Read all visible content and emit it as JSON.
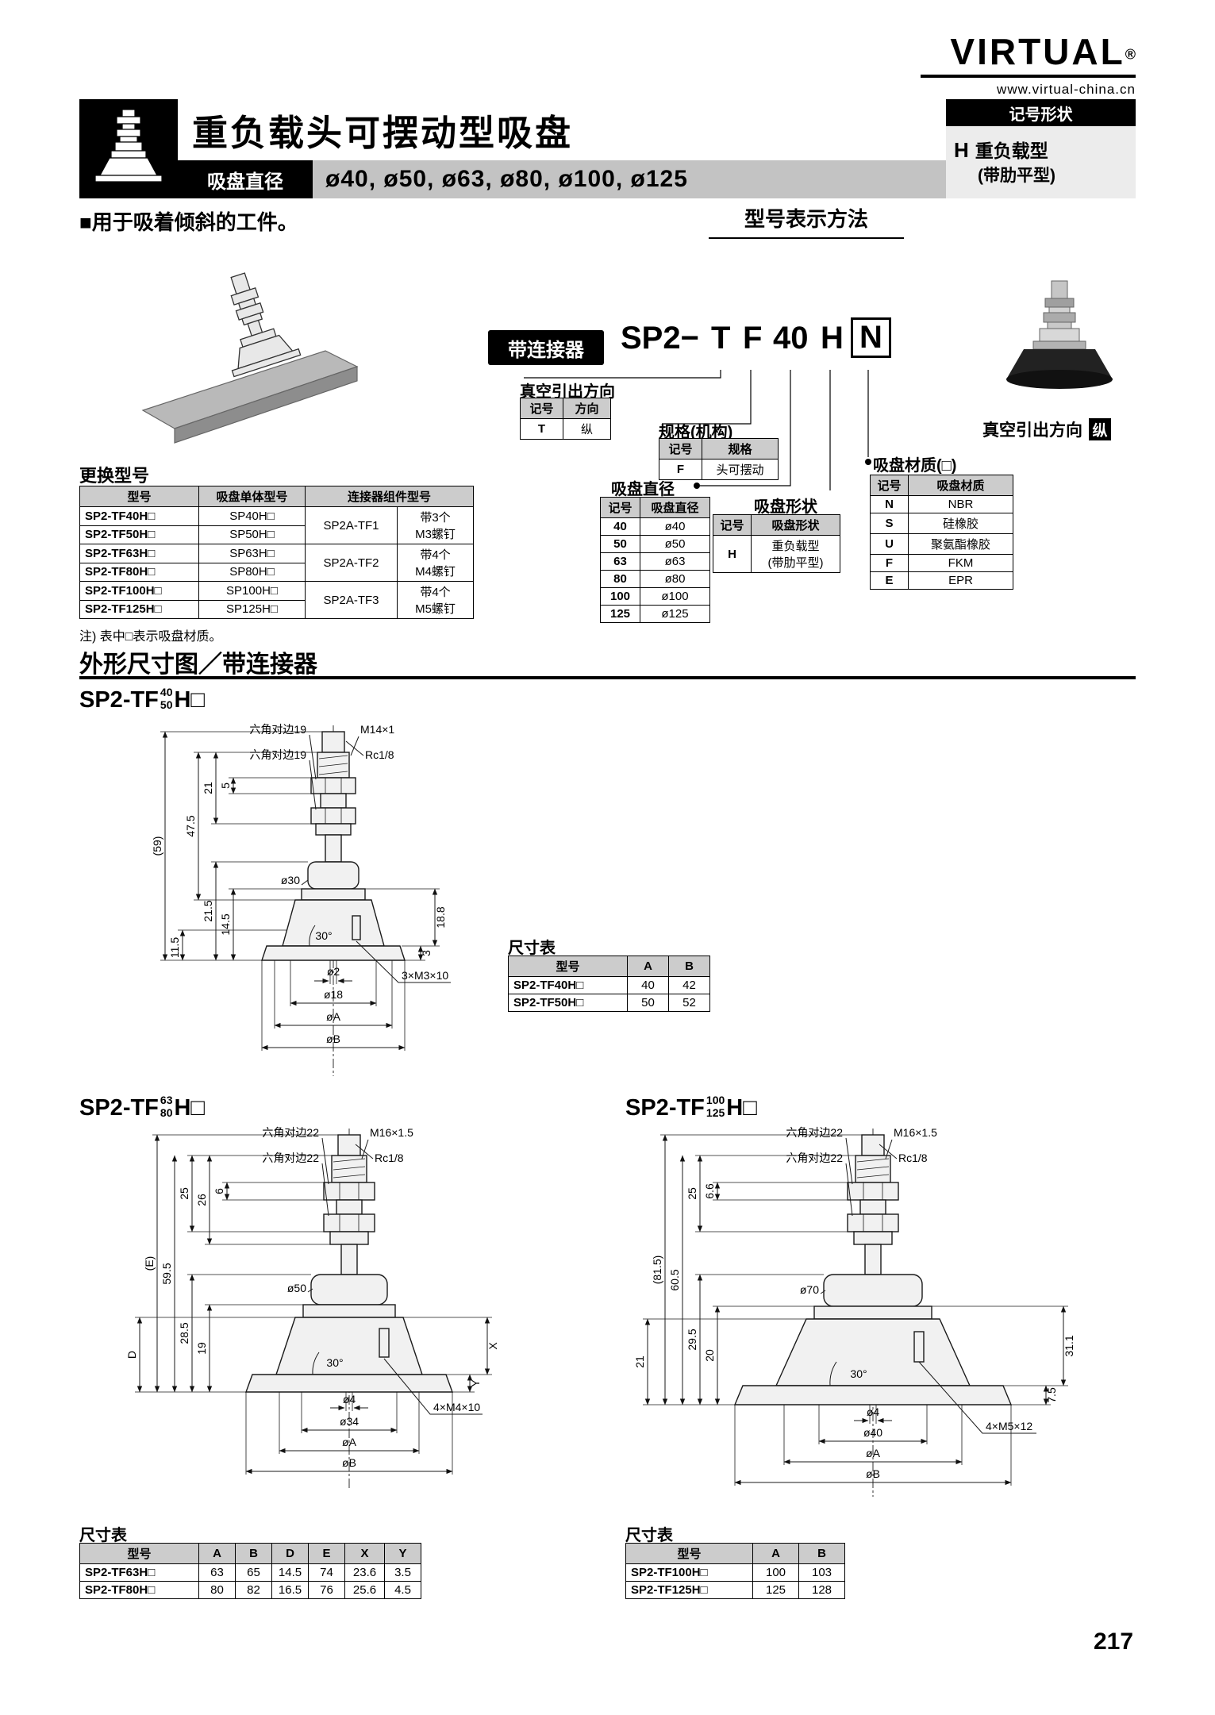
{
  "brand": {
    "name": "VIRTUAL",
    "reg": "®",
    "url": "www.virtual-china.cn"
  },
  "header": {
    "title": "重负载头可摆动型吸盘",
    "dia_label": "吸盘直径",
    "dia_values": "ø40, ø50, ø63, ø80, ø100, ø125",
    "sym_title": "记号形状",
    "sym_code": "H",
    "sym_name": "重负载型",
    "sym_sub": "(带肋平型)"
  },
  "intro": "■用于吸着倾斜的工件。",
  "ordering": {
    "title": "型号表示方法",
    "badge": "带连接器",
    "prefix": "SP2−",
    "t": "T",
    "f": "F",
    "d": "40",
    "h": "H",
    "n": "N",
    "vac": {
      "title": "真空引出方向",
      "h0": "记号",
      "h1": "方向",
      "r00": "T",
      "r01": "纵"
    },
    "spec": {
      "title": "规格(机构)",
      "h0": "记号",
      "h1": "规格",
      "r00": "F",
      "r01": "头可摆动"
    },
    "dia": {
      "title": "吸盘直径",
      "h0": "记号",
      "h1": "吸盘直径",
      "rows": [
        [
          "40",
          "ø40"
        ],
        [
          "50",
          "ø50"
        ],
        [
          "63",
          "ø63"
        ],
        [
          "80",
          "ø80"
        ],
        [
          "100",
          "ø100"
        ],
        [
          "125",
          "ø125"
        ]
      ]
    },
    "shape": {
      "title": "吸盘形状",
      "h0": "记号",
      "h1": "吸盘形状",
      "code": "H",
      "n1": "重负载型",
      "n2": "(带肋平型)"
    },
    "mat": {
      "title": "吸盘材质(□)",
      "h0": "记号",
      "h1": "吸盘材质",
      "rows": [
        [
          "N",
          "NBR"
        ],
        [
          "S",
          "硅橡胶"
        ],
        [
          "U",
          "聚氨酯橡胶"
        ],
        [
          "F",
          "FKM"
        ],
        [
          "E",
          "EPR"
        ]
      ]
    },
    "photo_label": "真空引出方向",
    "photo_badge": "纵"
  },
  "replacement": {
    "title": "更换型号",
    "h0": "型号",
    "h1": "吸盘单体型号",
    "h2": "连接器组件型号",
    "models": [
      "SP2-TF40H□",
      "SP2-TF50H□",
      "SP2-TF63H□",
      "SP2-TF80H□",
      "SP2-TF100H□",
      "SP2-TF125H□"
    ],
    "pads": [
      "SP40H□",
      "SP50H□",
      "SP63H□",
      "SP80H□",
      "SP100H□",
      "SP125H□"
    ],
    "conn": [
      {
        "m": "SP2A-TF1",
        "s1": "带3个",
        "s2": "M3螺钉"
      },
      {
        "m": "SP2A-TF2",
        "s1": "带4个",
        "s2": "M4螺钉"
      },
      {
        "m": "SP2A-TF3",
        "s1": "带4个",
        "s2": "M5螺钉"
      }
    ],
    "note": "注) 表中□表示吸盘材质。"
  },
  "dims_title": "外形尺寸图／带连接器",
  "d1": {
    "t1": "SP2-TF",
    "t_top": "40",
    "t_bot": "50",
    "t2": "H□",
    "labels": {
      "hex1": "六角对边19",
      "thread": "M14×1",
      "hex2": "六角对边19",
      "port": "Rc1/8",
      "v21": "21",
      "v5": "5",
      "v475": "47.5",
      "v59": "(59)",
      "v215": "21.5",
      "v145": "14.5",
      "v115": "11.5",
      "dia30": "ø30",
      "v188": "18.8",
      "v3": "3",
      "angle": "30°",
      "screws": "3×M3×10",
      "dia2": "ø2",
      "dia18": "ø18",
      "diaA": "øA",
      "diaB": "øB"
    },
    "table": {
      "title": "尺寸表",
      "h": [
        "型号",
        "A",
        "B"
      ],
      "rows": [
        [
          "SP2-TF40H□",
          "40",
          "42"
        ],
        [
          "SP2-TF50H□",
          "50",
          "52"
        ]
      ]
    }
  },
  "d2": {
    "t1": "SP2-TF",
    "t_top": "63",
    "t_bot": "80",
    "t2": "H□",
    "labels": {
      "hex1": "六角对边22",
      "thread": "M16×1.5",
      "hex2": "六角对边22",
      "port": "Rc1/8",
      "v6": "6",
      "v25": "25",
      "v26": "26",
      "vE": "(E)",
      "v595": "59.5",
      "v285": "28.5",
      "v19": "19",
      "dia50": "ø50",
      "vD": "D",
      "angle": "30°",
      "vX": "X",
      "vY": "Y",
      "screws": "4×M4×10",
      "dia4": "ø4",
      "dia34": "ø34",
      "diaA": "øA",
      "diaB": "øB"
    },
    "table": {
      "title": "尺寸表",
      "h": [
        "型号",
        "A",
        "B",
        "D",
        "E",
        "X",
        "Y"
      ],
      "rows": [
        [
          "SP2-TF63H□",
          "63",
          "65",
          "14.5",
          "74",
          "23.6",
          "3.5"
        ],
        [
          "SP2-TF80H□",
          "80",
          "82",
          "16.5",
          "76",
          "25.6",
          "4.5"
        ]
      ]
    }
  },
  "d3": {
    "t1": "SP2-TF",
    "t_top": "100",
    "t_bot": "125",
    "t2": "H□",
    "labels": {
      "hex1": "六角对边22",
      "thread": "M16×1.5",
      "hex2": "六角对边22",
      "port": "Rc1/8",
      "v25": "25",
      "v66": "6.6",
      "v605": "60.5",
      "v815": "(81.5)",
      "v295": "29.5",
      "v20": "20",
      "v21": "21",
      "dia70": "ø70",
      "angle": "30°",
      "v311": "31.1",
      "v75": "7.5",
      "screws": "4×M5×12",
      "dia4": "ø4",
      "dia40": "ø40",
      "diaA": "øA",
      "diaB": "øB"
    },
    "table": {
      "title": "尺寸表",
      "h": [
        "型号",
        "A",
        "B"
      ],
      "rows": [
        [
          "SP2-TF100H□",
          "100",
          "103"
        ],
        [
          "SP2-TF125H□",
          "125",
          "128"
        ]
      ]
    }
  },
  "page_number": "217"
}
